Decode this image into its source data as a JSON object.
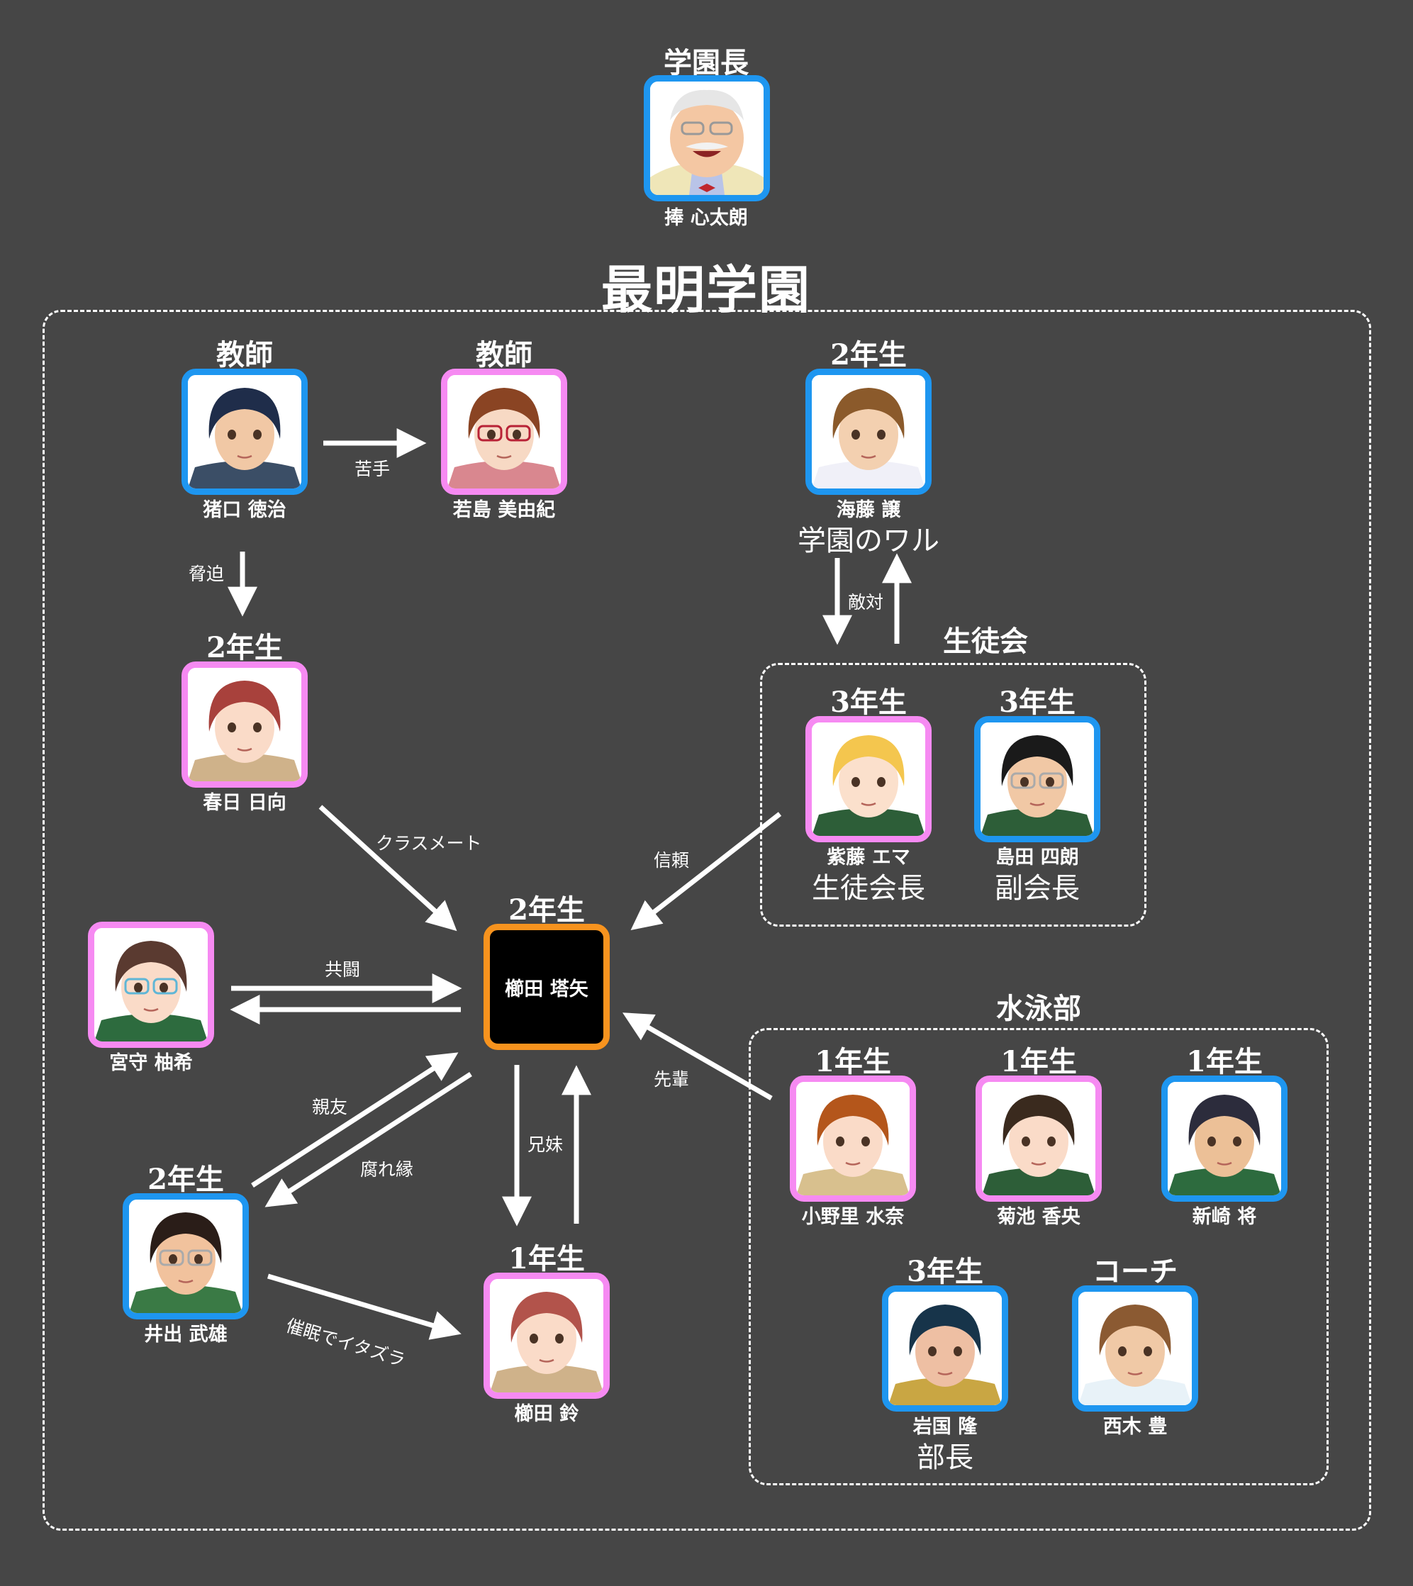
{
  "title": "最明学園",
  "colors": {
    "background": "#464646",
    "male_border": "#1e96f0",
    "female_border": "#f68af2",
    "protagonist_border": "#f7931e",
    "arrow": "#ffffff"
  },
  "principal": {
    "grade": "学園長",
    "name": "捧 心太朗",
    "gender": "male"
  },
  "characters": {
    "inoguchi": {
      "grade": "教師",
      "name": "猪口 徳治",
      "gender": "male"
    },
    "wakashima": {
      "grade": "教師",
      "name": "若島 美由紀",
      "gender": "female"
    },
    "kaito": {
      "grade": "2年生",
      "name": "海藤 譲",
      "role": "学園のワル",
      "gender": "male"
    },
    "kasuga": {
      "grade": "2年生",
      "name": "春日 日向",
      "gender": "female"
    },
    "protagonist": {
      "grade": "2年生",
      "name": "櫛田 塔矢",
      "gender": "protagonist"
    },
    "miyamori": {
      "name": "宮守 柚希",
      "gender": "female"
    },
    "ide": {
      "grade": "2年生",
      "name": "井出 武雄",
      "gender": "male"
    },
    "rin": {
      "grade": "1年生",
      "name": "櫛田 鈴",
      "gender": "female"
    },
    "shido": {
      "grade": "3年生",
      "name": "紫藤 エマ",
      "role": "生徒会長",
      "gender": "female"
    },
    "shimada": {
      "grade": "3年生",
      "name": "島田 四朗",
      "role": "副会長",
      "gender": "male"
    },
    "onori": {
      "grade": "1年生",
      "name": "小野里 水奈",
      "gender": "female"
    },
    "kikuchi": {
      "grade": "1年生",
      "name": "菊池 香央",
      "gender": "female"
    },
    "shinzaki": {
      "grade": "1年生",
      "name": "新崎 将",
      "gender": "male"
    },
    "iwakuni": {
      "grade": "3年生",
      "name": "岩国 隆",
      "role": "部長",
      "gender": "male"
    },
    "nishiki": {
      "grade": "コーチ",
      "name": "西木 豊",
      "gender": "male"
    }
  },
  "groups": {
    "student_council": "生徒会",
    "swim_club": "水泳部"
  },
  "relations": {
    "nigate": "苦手",
    "kyohaku": "脅迫",
    "tekitai": "敵対",
    "classmate": "クラスメート",
    "shinrai": "信頼",
    "kyoto": "共闘",
    "shinyu": "親友",
    "kusareen": "腐れ縁",
    "kyodai": "兄妹",
    "senpai": "先輩",
    "saimin": "催眠でイタズラ"
  }
}
